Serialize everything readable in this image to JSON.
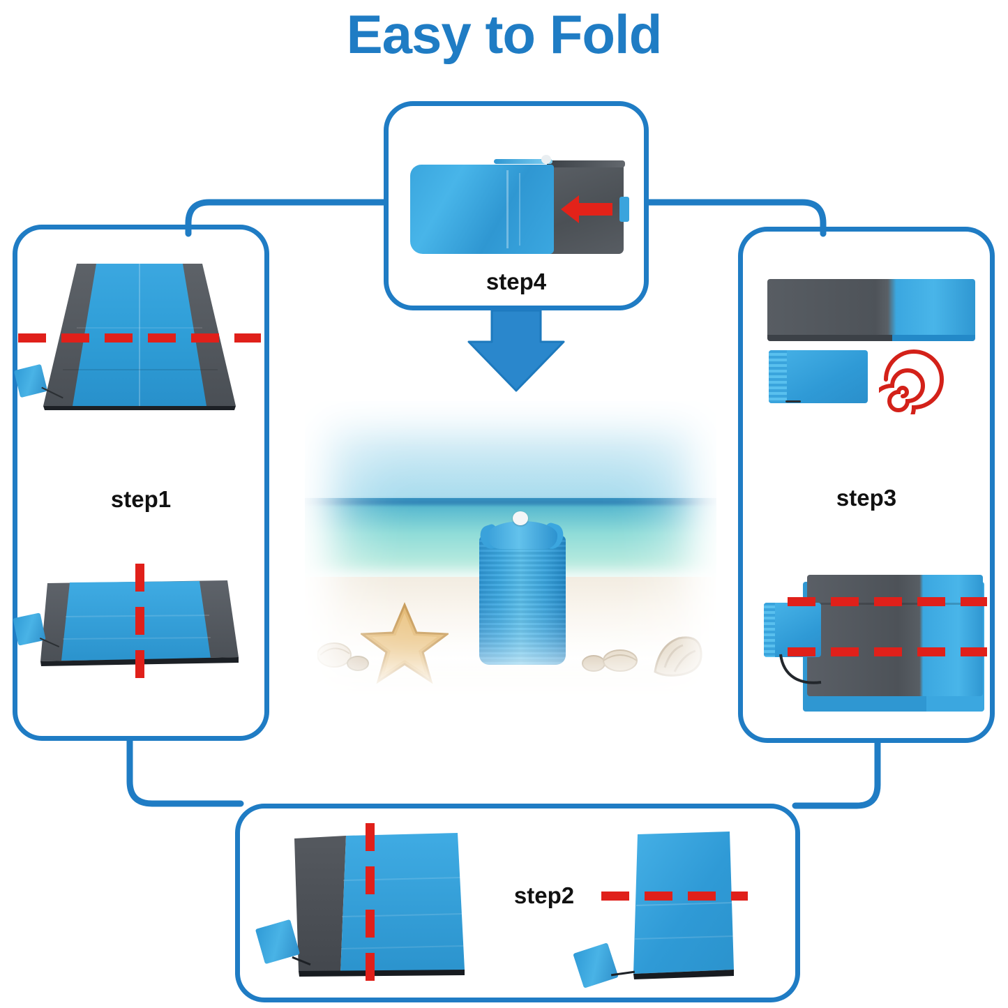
{
  "title": "Easy to Fold",
  "colors": {
    "brand_blue": "#1f7cc4",
    "mat_blue": "#2f9fd8",
    "mat_gray": "#55595e",
    "dash_red": "#e0201a",
    "pouch_blue": "#35a0da"
  },
  "steps": [
    {
      "id": "step1",
      "label": "step1",
      "panel": "left",
      "images": [
        {
          "name": "flat-mat-spread",
          "description": "Beach mat spread flat, gray side panels with blue center, small blue pouch attached at bottom-left corner",
          "fold_guide": "horizontal-dashed-red-line"
        },
        {
          "name": "mat-folded-in-half",
          "description": "Mat folded once, gray left edge and blue body, pouch at left",
          "fold_guide": "vertical-dashed-red-line"
        }
      ]
    },
    {
      "id": "step2",
      "label": "step2",
      "panel": "bottom",
      "images": [
        {
          "name": "mat-folded-tall",
          "description": "Mat folded into a tall rectangle, gray left third and blue right, blue pouch at lower-left on a cord",
          "fold_guide": "vertical-dashed-red-line"
        },
        {
          "name": "mat-folded-narrow-strip",
          "description": "Mat folded into a narrow all-blue vertical strip, pouch at bottom-left on a cord",
          "fold_guide": "horizontal-dashed-red-line"
        }
      ]
    },
    {
      "id": "step3",
      "label": "step3",
      "panel": "right",
      "images": [
        {
          "name": "mat-rolled-strip",
          "description": "Mat folded into a long flat bar, gray left two-thirds and blue right third",
          "fold_guide": "red-spiral-roll-icon"
        },
        {
          "name": "pouch-beside-roll",
          "description": "Blue drawstring pouch lying flat with elastic gathered end"
        },
        {
          "name": "mat-folded-square",
          "description": "Mat folded into a thick square pad, gray top with blue right edge, pouch at left on a cord",
          "fold_guide": "two-horizontal-dashed-red-lines"
        }
      ]
    },
    {
      "id": "step4",
      "label": "step4",
      "panel": "top",
      "images": [
        {
          "name": "mat-stuffed-into-pouch",
          "description": "Blue folded mat being pushed into the gray pouch",
          "fold_guide": "red-left-arrow"
        }
      ]
    }
  ],
  "center": {
    "name": "beach-scene",
    "description": "Packed blue stuff sack standing on white sand with a starfish and seashells, turquoise ocean and pale sky behind",
    "elements": [
      "sky",
      "ocean",
      "sand",
      "stuff-sack",
      "starfish",
      "seashells"
    ]
  },
  "flow": {
    "order": [
      "step1",
      "step2",
      "step3",
      "step4"
    ],
    "arrow": {
      "name": "down-arrow-to-center",
      "from": "step4",
      "to": "beach-scene",
      "direction": "down"
    },
    "connectors": [
      {
        "from": "step1",
        "to": "step2"
      },
      {
        "from": "step2",
        "to": "step3"
      },
      {
        "from": "step3",
        "to": "step4"
      },
      {
        "from": "step4",
        "to": "step1"
      }
    ]
  }
}
